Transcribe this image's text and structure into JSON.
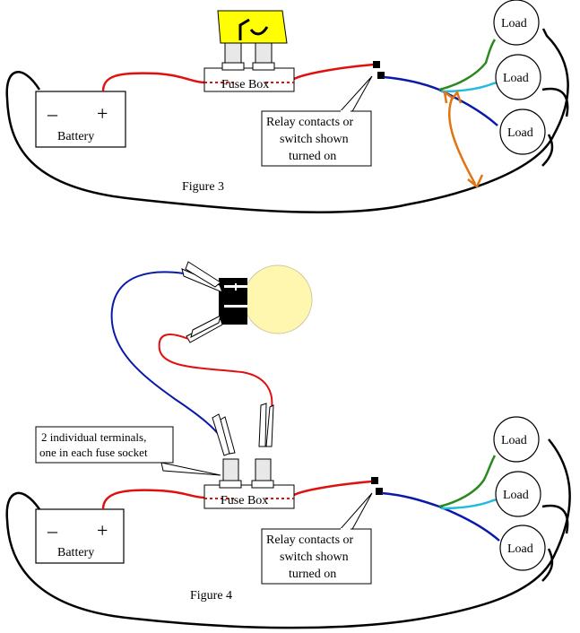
{
  "figure3": {
    "caption": "Figure 3",
    "battery_label": "Battery",
    "battery_minus": "–",
    "battery_plus": "+",
    "fuse_box_label": "Fuse Box",
    "relay_note": [
      "Relay contacts or",
      "switch shown",
      "turned on"
    ],
    "loads": [
      "Load",
      "Load",
      "Load"
    ]
  },
  "figure4": {
    "caption": "Figure 4",
    "battery_label": "Battery",
    "battery_minus": "–",
    "battery_plus": "+",
    "fuse_box_label": "Fuse Box",
    "relay_note": [
      "Relay contacts or",
      "switch shown",
      "turned on"
    ],
    "terminal_note": [
      "2 individual terminals,",
      "one in each fuse socket"
    ],
    "loads": [
      "Load",
      "Load",
      "Load"
    ]
  },
  "colors": {
    "wire_black": "#000000",
    "wire_red": "#e01010",
    "wire_blue": "#0a1aa8",
    "wire_green": "#2a8a20",
    "wire_cyan": "#22bbe0",
    "wire_orange": "#e27412",
    "fuse_yellow": "#ffff00",
    "bulb_yellow": "#fff7b0"
  }
}
